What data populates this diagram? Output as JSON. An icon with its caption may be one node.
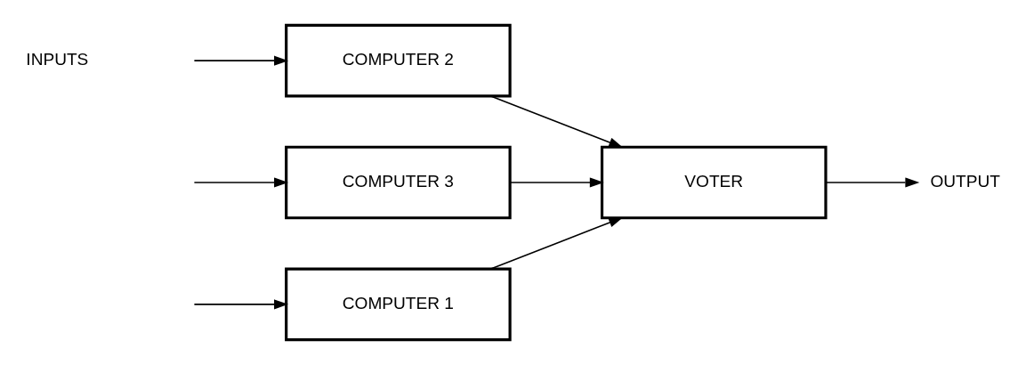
{
  "diagram": {
    "nodes": [
      {
        "text": [
          "COMPUTER 1"
        ]
      },
      {
        "text": [
          "COMPUTER 2"
        ]
      },
      {
        "text": [
          "COMPUTER 3"
        ]
      },
      {
        "text": [
          "VOTER"
        ]
      },
      {
        "text": [
          "OUTPUT"
        ]
      }
    ],
    "edges": [
      {
        "from": null,
        "to": 0,
        "arrow": "to"
      },
      {
        "from": null,
        "to": 1,
        "arrow": "to"
      },
      {
        "from": null,
        "to": 2,
        "arrow": "to"
      },
      {
        "from": 0,
        "to": 3,
        "arrow": "to"
      },
      {
        "from": 1,
        "to": 3,
        "arrow": "to"
      },
      {
        "from": 2,
        "to": 3,
        "arrow": "to"
      },
      {
        "from": 3,
        "to": 4,
        "arrow": "to"
      }
    ],
    "labels": [
      "INPUTS"
    ]
  }
}
